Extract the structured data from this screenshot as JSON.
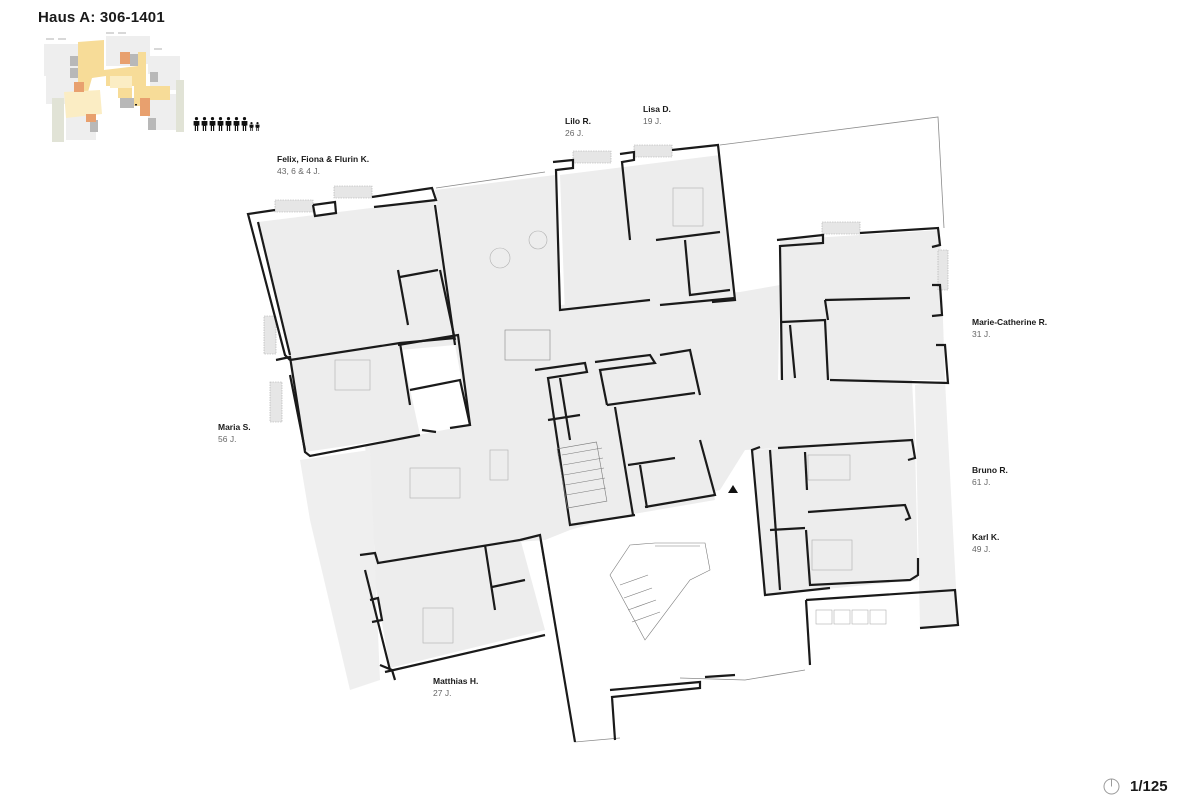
{
  "header": {
    "title": "Haus A: 306-1401"
  },
  "keyplan": {
    "colors": {
      "private_rooms": "#eeeeee",
      "wet_rooms": "#b8b8b8",
      "kitchens": "#e8a06e",
      "shared_space": "#f7dc98",
      "shared_space_light": "#fbedc4",
      "terrace": "#e1e3d6"
    }
  },
  "occupancy": {
    "adults": 7,
    "children": 2,
    "icon": "person-icon"
  },
  "residents": [
    {
      "name": "Felix, Fiona & Flurin K.",
      "age": "43, 6 & 4 J."
    },
    {
      "name": "Lilo R.",
      "age": "26 J."
    },
    {
      "name": "Lisa D.",
      "age": "19 J."
    },
    {
      "name": "Marie-Catherine R.",
      "age": "31 J."
    },
    {
      "name": "Maria S.",
      "age": "56 J."
    },
    {
      "name": "Bruno R.",
      "age": "61 J."
    },
    {
      "name": "Karl K.",
      "age": "49 J."
    },
    {
      "name": "Matthias H.",
      "age": "27 J."
    }
  ],
  "plan": {
    "floor_color": "#ededed",
    "wall_color": "#1a1a1a",
    "line_color": "#9a9a9a",
    "entrance_marker": "entrance-triangle-icon"
  },
  "footer": {
    "scale": "1/125",
    "north_icon": "north-arrow-icon"
  }
}
